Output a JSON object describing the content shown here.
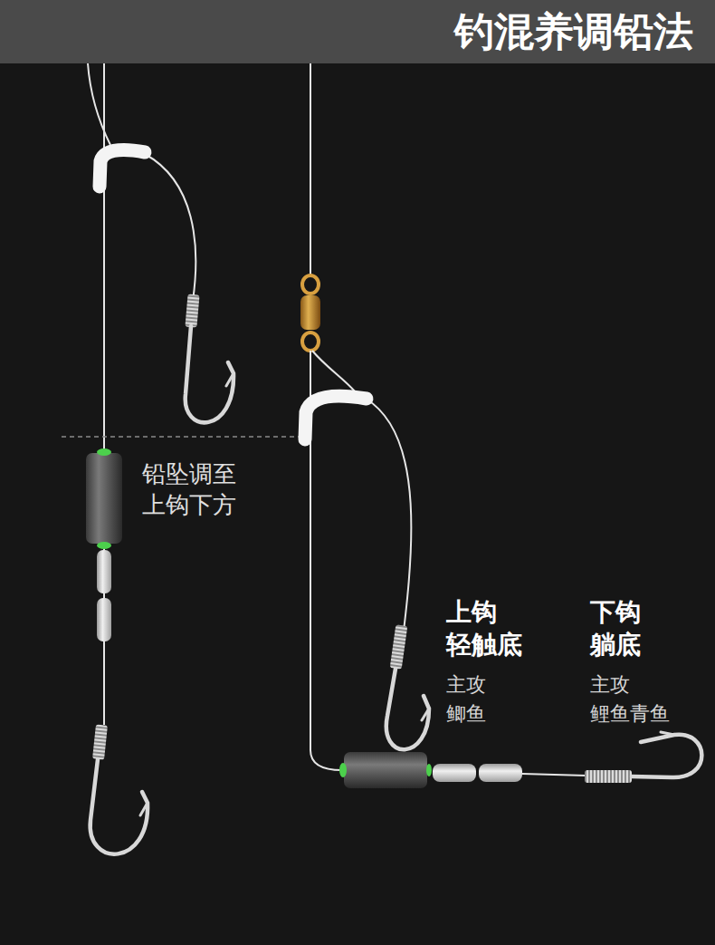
{
  "diagram": {
    "title": "钓混养调铅法",
    "labels": [
      "铅坠调至 上钩下方",
      "上钩 轻触底",
      "主攻 鲫鱼",
      "下钩 躺底",
      "主攻 鲤鱼青鱼"
    ]
  }
}
